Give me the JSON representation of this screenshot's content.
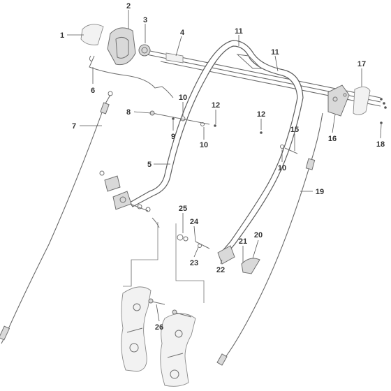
{
  "diagram": {
    "callouts": [
      {
        "id": "c1",
        "text": "1"
      },
      {
        "id": "c2",
        "text": "2"
      },
      {
        "id": "c3",
        "text": "3"
      },
      {
        "id": "c4",
        "text": "4"
      },
      {
        "id": "c11a",
        "text": "11"
      },
      {
        "id": "c11b",
        "text": "11"
      },
      {
        "id": "c17",
        "text": "17"
      },
      {
        "id": "c6",
        "text": "6"
      },
      {
        "id": "c10a",
        "text": "10"
      },
      {
        "id": "c8",
        "text": "8"
      },
      {
        "id": "c12a",
        "text": "12"
      },
      {
        "id": "c9",
        "text": "9"
      },
      {
        "id": "c10b",
        "text": "10"
      },
      {
        "id": "c7",
        "text": "7"
      },
      {
        "id": "c12b",
        "text": "12"
      },
      {
        "id": "c15",
        "text": "15"
      },
      {
        "id": "c16",
        "text": "16"
      },
      {
        "id": "c18",
        "text": "18"
      },
      {
        "id": "c10c",
        "text": "10"
      },
      {
        "id": "c5",
        "text": "5"
      },
      {
        "id": "c19",
        "text": "19"
      },
      {
        "id": "c25",
        "text": "25"
      },
      {
        "id": "c24",
        "text": "24"
      },
      {
        "id": "c20",
        "text": "20"
      },
      {
        "id": "c21",
        "text": "21"
      },
      {
        "id": "c23",
        "text": "23"
      },
      {
        "id": "c22",
        "text": "22"
      },
      {
        "id": "c26",
        "text": "26"
      }
    ]
  }
}
